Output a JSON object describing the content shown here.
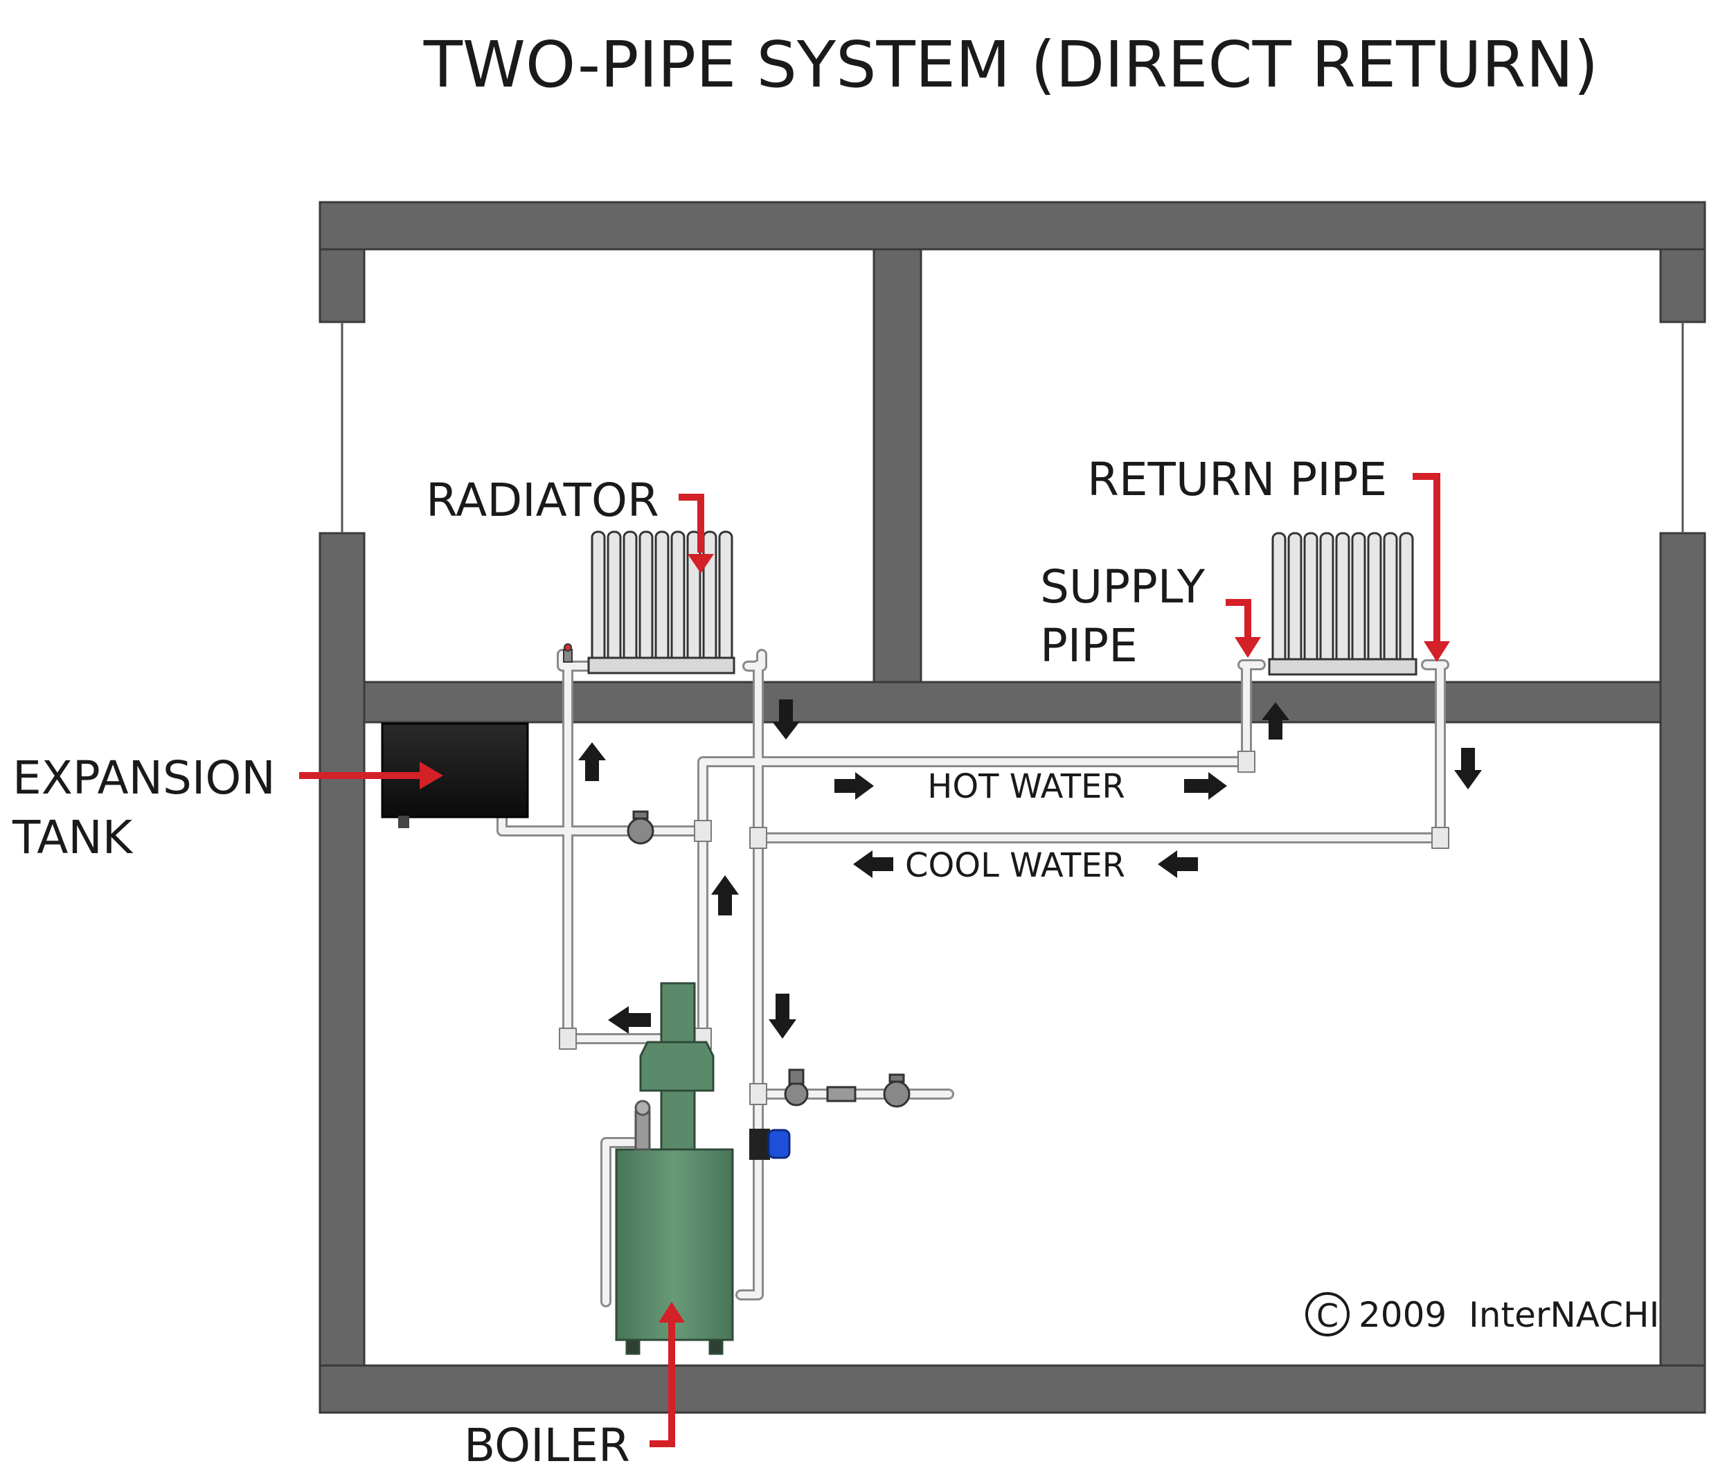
{
  "title": "TWO-PIPE SYSTEM (DIRECT RETURN)",
  "labels": {
    "radiator": "RADIATOR",
    "return_pipe": "RETURN PIPE",
    "supply_pipe_line1": "SUPPLY",
    "supply_pipe_line2": "PIPE",
    "expansion_tank_line1": "EXPANSION",
    "expansion_tank_line2": "TANK",
    "boiler": "BOILER",
    "hot_water": "HOT WATER",
    "cool_water": "COOL WATER"
  },
  "copyright": {
    "symbol": "C",
    "text": "2009  InterNACHI"
  },
  "colors": {
    "wall": "#666666",
    "callout_arrow": "#d42027",
    "flow_arrow": "#1a1a1a",
    "boiler": "#5b8a6a",
    "tank": "#151515",
    "pipe": "#f2f2f2",
    "pump": "#1e4fd8"
  }
}
